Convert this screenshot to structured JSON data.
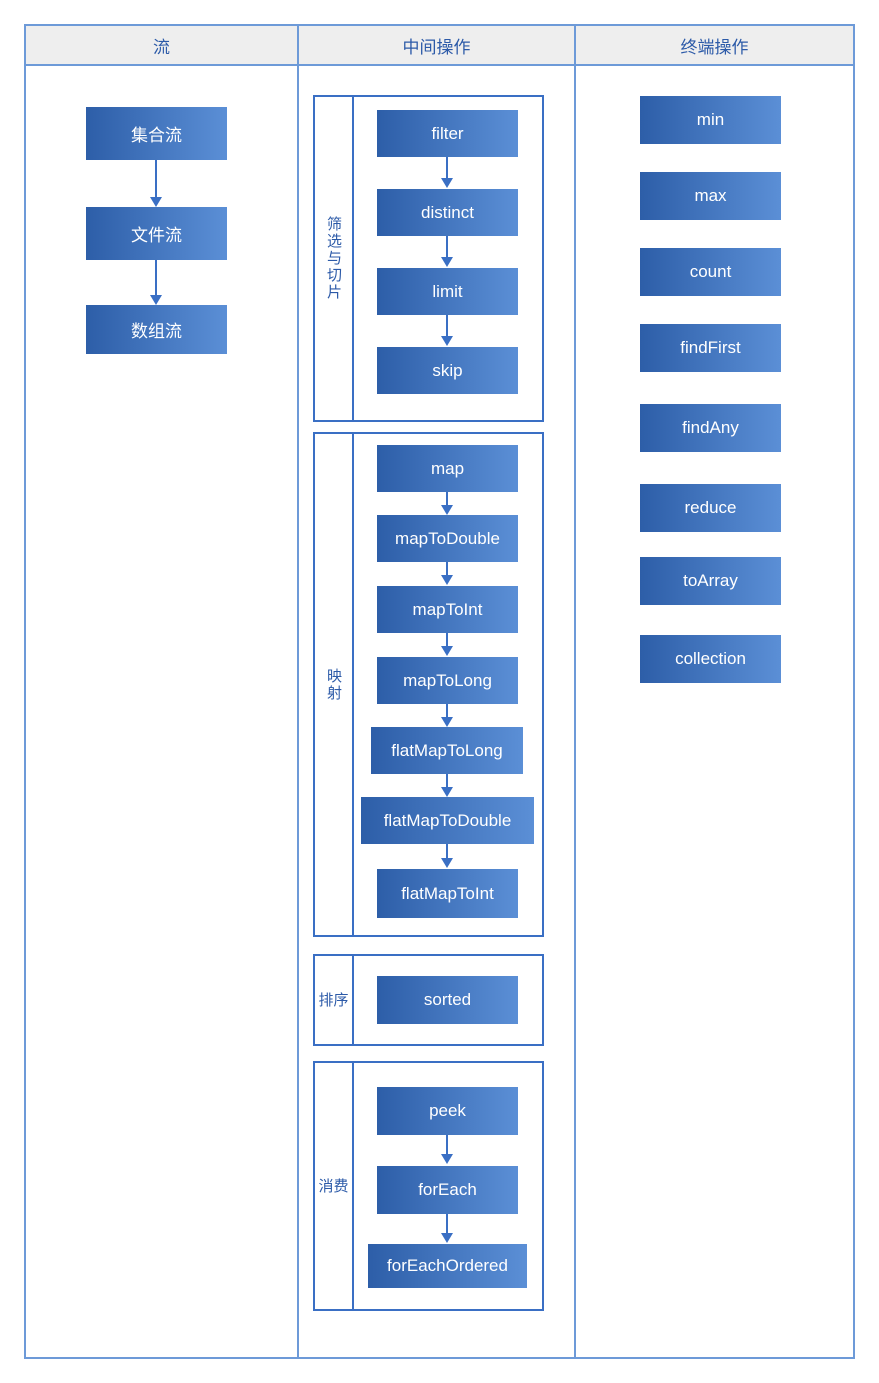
{
  "columns": {
    "stream": "流",
    "intermediate": "中间操作",
    "terminal": "终端操作"
  },
  "stream_sources": [
    "集合流",
    "文件流",
    "数组流"
  ],
  "intermediate_groups": {
    "filter_slice": {
      "label": "筛选与切片",
      "ops": [
        "filter",
        "distinct",
        "limit",
        "skip"
      ]
    },
    "mapping": {
      "label": "映射",
      "ops": [
        "map",
        "mapToDouble",
        "mapToInt",
        "mapToLong",
        "flatMapToLong",
        "flatMapToDouble",
        "flatMapToInt"
      ]
    },
    "sorting": {
      "label": "排序",
      "ops": [
        "sorted"
      ]
    },
    "consume": {
      "label": "消费",
      "ops": [
        "peek",
        "forEach",
        "forEachOrdered"
      ]
    }
  },
  "terminal_ops": [
    "min",
    "max",
    "count",
    "findFirst",
    "findAny",
    "reduce",
    "toArray",
    "collection"
  ],
  "colors": {
    "border": "#6d9ad8",
    "group_border": "#3a6fc4",
    "box_start": "#2d5ea8",
    "box_end": "#5b8fd6",
    "header_bg": "#eeeeee"
  }
}
